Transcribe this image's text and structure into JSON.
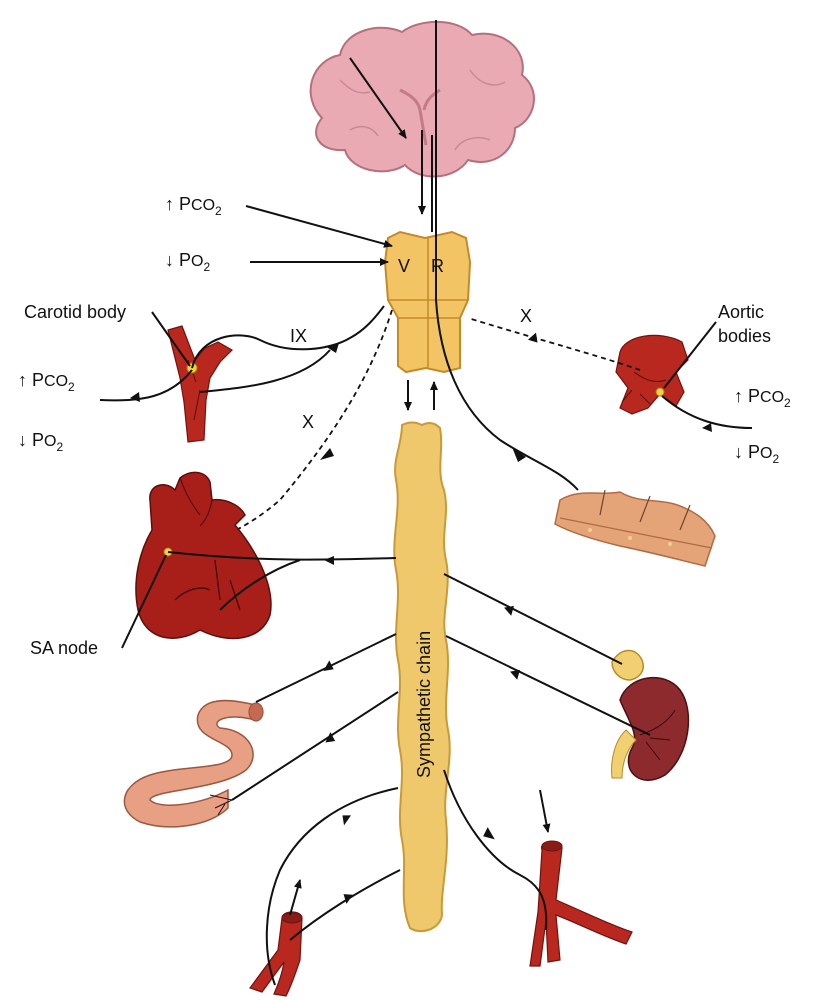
{
  "labels": {
    "carotid_body": "Carotid body",
    "aortic_bodies_line1": "Aortic",
    "aortic_bodies_line2": "bodies",
    "sa_node": "SA node",
    "sympathetic_chain": "Sympathetic chain",
    "ventral": "V",
    "rostral": "R",
    "nerve_ix": "IX",
    "nerve_x_aortic": "X",
    "nerve_x_heart": "X"
  },
  "stimuli": {
    "brainstem_pco2_arrow": "↑",
    "brainstem_po2_arrow": "↓",
    "carotid_pco2_arrow": "↑",
    "carotid_po2_arrow": "↓",
    "aortic_pco2_arrow": "↑",
    "aortic_po2_arrow": "↓",
    "pco2_prefix": "P",
    "pco2_gas": "CO",
    "po2_prefix": "P",
    "po2_gas": "O",
    "subscript": "2"
  },
  "colors": {
    "brain_fill": "#e9aab3",
    "brain_stroke": "#b4707c",
    "medulla_fill": "#f2c464",
    "medulla_stroke": "#c48a28",
    "chain_fill": "#f0c86c",
    "vessel_red": "#b8281e",
    "heart_red": "#a81f1a",
    "gut_fill": "#e8a084",
    "skin_fill": "#e4a478",
    "kidney_fill": "#8c2a2e",
    "adrenal_fill": "#f0d070"
  },
  "icons": [
    "brain-icon",
    "medulla-icon",
    "carotid-artery-icon",
    "aortic-arch-icon",
    "heart-icon",
    "skin-icon",
    "intestine-icon",
    "kidney-icon",
    "adrenal-gland-icon",
    "blood-vessel-icon",
    "vein-icon"
  ]
}
